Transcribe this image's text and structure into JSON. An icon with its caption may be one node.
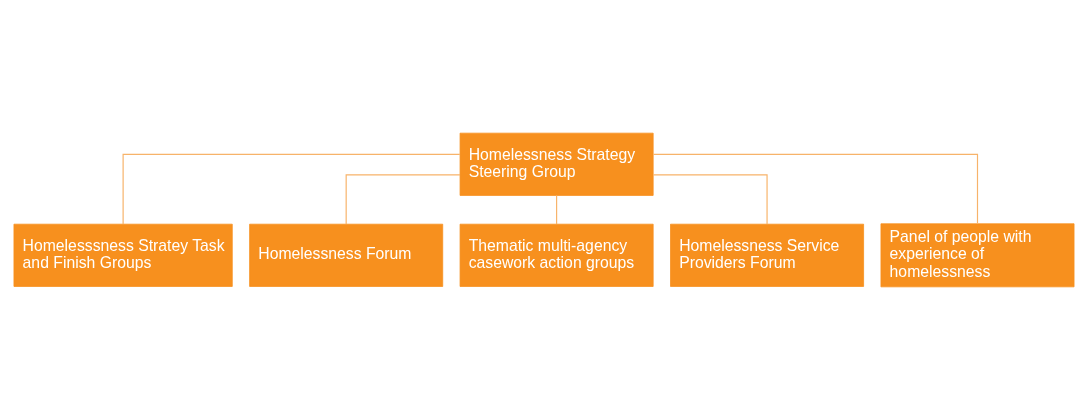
{
  "diagram": {
    "nodes": [
      {
        "text": [
          "Homelessness Strategy Steering Group"
        ]
      },
      {
        "text": [
          "Homelesssness Stratey Task and Finish Groups"
        ]
      },
      {
        "text": [
          "Homelessness Forum"
        ]
      },
      {
        "text": [
          "Thematic multi-agency casework action groups"
        ]
      },
      {
        "text": [
          "Homelessness Service Providers Forum"
        ]
      },
      {
        "text": [
          "Panel of people with experience of homelessness"
        ]
      }
    ],
    "edges": [
      {
        "from": 0,
        "to": 1,
        "arrow": "none"
      },
      {
        "from": 0,
        "to": 2,
        "arrow": "none"
      },
      {
        "from": 0,
        "to": 3,
        "arrow": "none"
      },
      {
        "from": 0,
        "to": 4,
        "arrow": "none"
      },
      {
        "from": 0,
        "to": 5,
        "arrow": "none"
      }
    ]
  }
}
